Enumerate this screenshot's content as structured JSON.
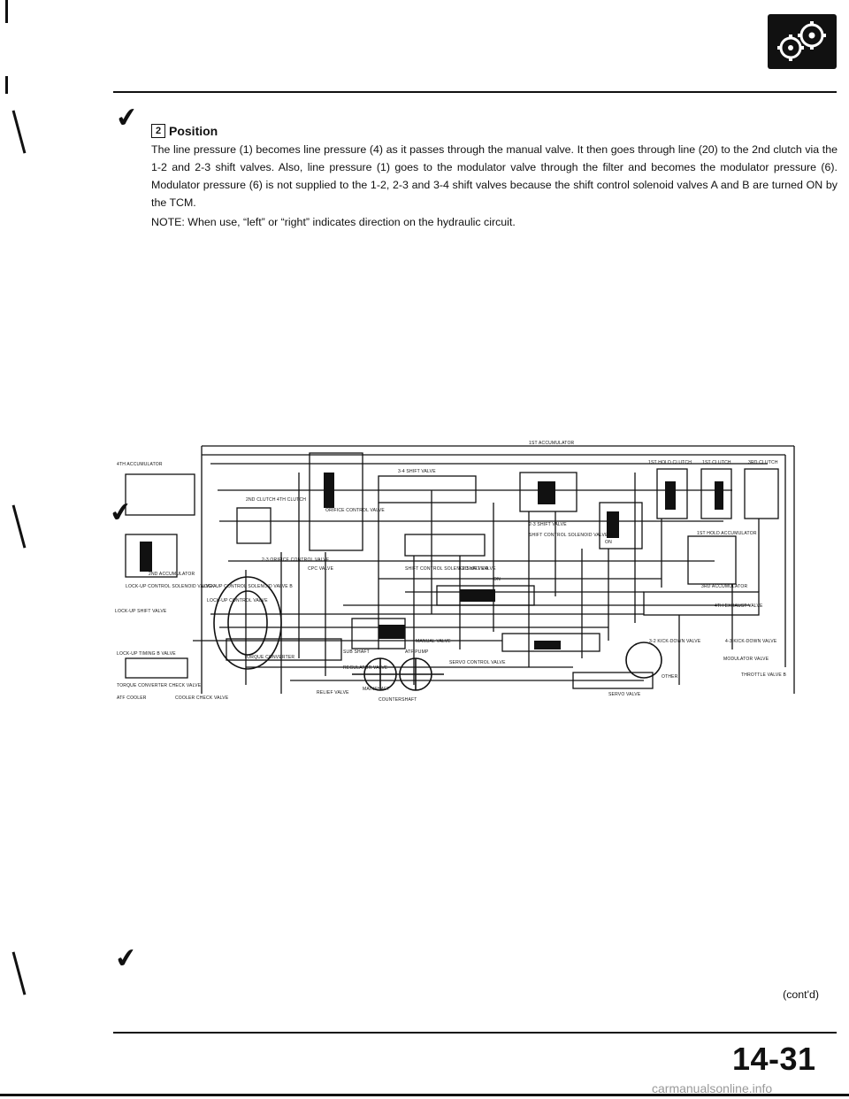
{
  "header": {
    "badge_icon": "transmission-gears-icon"
  },
  "section": {
    "position_number": "2",
    "heading": "Position",
    "body": "The line pressure (1) becomes line pressure (4) as it passes through the manual valve. It then goes through line (20) to the 2nd clutch via the 1-2 and 2-3 shift valves. Also, line pressure (1) goes to the modulator valve through the filter and becomes the modulator pressure (6). Modulator pressure (6) is not supplied to the 1-2, 2-3 and 3-4 shift valves because the shift control solenoid valves A and B are turned ON by the TCM.",
    "note": "NOTE: When use, “left” or “right” indicates direction on the hydraulic circuit."
  },
  "diagram": {
    "labels": {
      "first_accumulator": "1ST ACCUMULATOR",
      "fourth_accumulator": "4TH ACCUMULATOR",
      "first_hold_clutch": "1ST HOLD CLUTCH",
      "first_clutch": "1ST CLUTCH",
      "third_clutch": "3RD CLUTCH",
      "second_clutch": "2ND CLUTCH",
      "fourth_clutch": "4TH CLUTCH",
      "orifice_control_valve": "ORIFICE CONTROL VALVE",
      "shift_3_4_valve": "3-4 SHIFT VALVE",
      "second_accumulator": "2ND ACCUMULATOR",
      "orifice_control_2_3": "2-3 ORIFICE CONTROL VALVE",
      "shift_2_3_valve": "2-3 SHIFT VALVE",
      "shift_control_solenoid_b": "SHIFT CONTROL SOLENOID VALVE B",
      "first_hold_accumulator": "1ST HOLD ACCUMULATOR",
      "lockup_control_solenoid_a": "LOCK-UP CONTROL SOLENOID VALVE A",
      "lockup_control_solenoid_b": "LOCK-UP CONTROL SOLENOID VALVE B",
      "cpc_valve": "CPC VALVE",
      "shift_control_solenoid_a": "SHIFT CONTROL SOLENOID VALVE A",
      "shift_1_2_valve": "1-2 SHIFT VALVE",
      "third_accumulator": "3RD ACCUMULATOR",
      "lockup_shift_valve": "LOCK-UP SHIFT VALVE",
      "lockup_control_valve": "LOCK-UP CONTROL VALVE",
      "fourth_exhaust_valve": "4TH EXHAUST VALVE",
      "torque_converter": "TORQUE CONVERTER",
      "manual_valve": "MANUAL VALVE",
      "kickdown_3_2": "3-2 KICK-DOWN VALVE",
      "kickdown_4_3": "4-3 KICK-DOWN VALVE",
      "modulator_valve": "MODULATOR VALVE",
      "throttle_valve_b": "THROTTLE VALVE B",
      "regulator_valve": "REGULATOR VALVE",
      "servo_control_valve": "SERVO CONTROL VALVE",
      "lockup_timing_b": "LOCK-UP TIMING B VALVE",
      "torque_converter_check": "TORQUE CONVERTER CHECK VALVE",
      "atf_cooler": "ATF COOLER",
      "cooler_check_valve": "COOLER CHECK VALVE",
      "sub_shaft": "SUB SHAFT",
      "atf_pump": "ATF PUMP",
      "relief_valve": "RELIEF VALVE",
      "mainshaft": "MAINSHAFT",
      "countershaft": "COUNTERSHAFT",
      "other": "OTHER",
      "servo_valve": "SERVO VALVE",
      "on_a": "ON",
      "on_b": "ON"
    }
  },
  "footer": {
    "contd": "(cont'd)",
    "page_number": "14-31",
    "watermark": "carmanualsonline.info"
  }
}
